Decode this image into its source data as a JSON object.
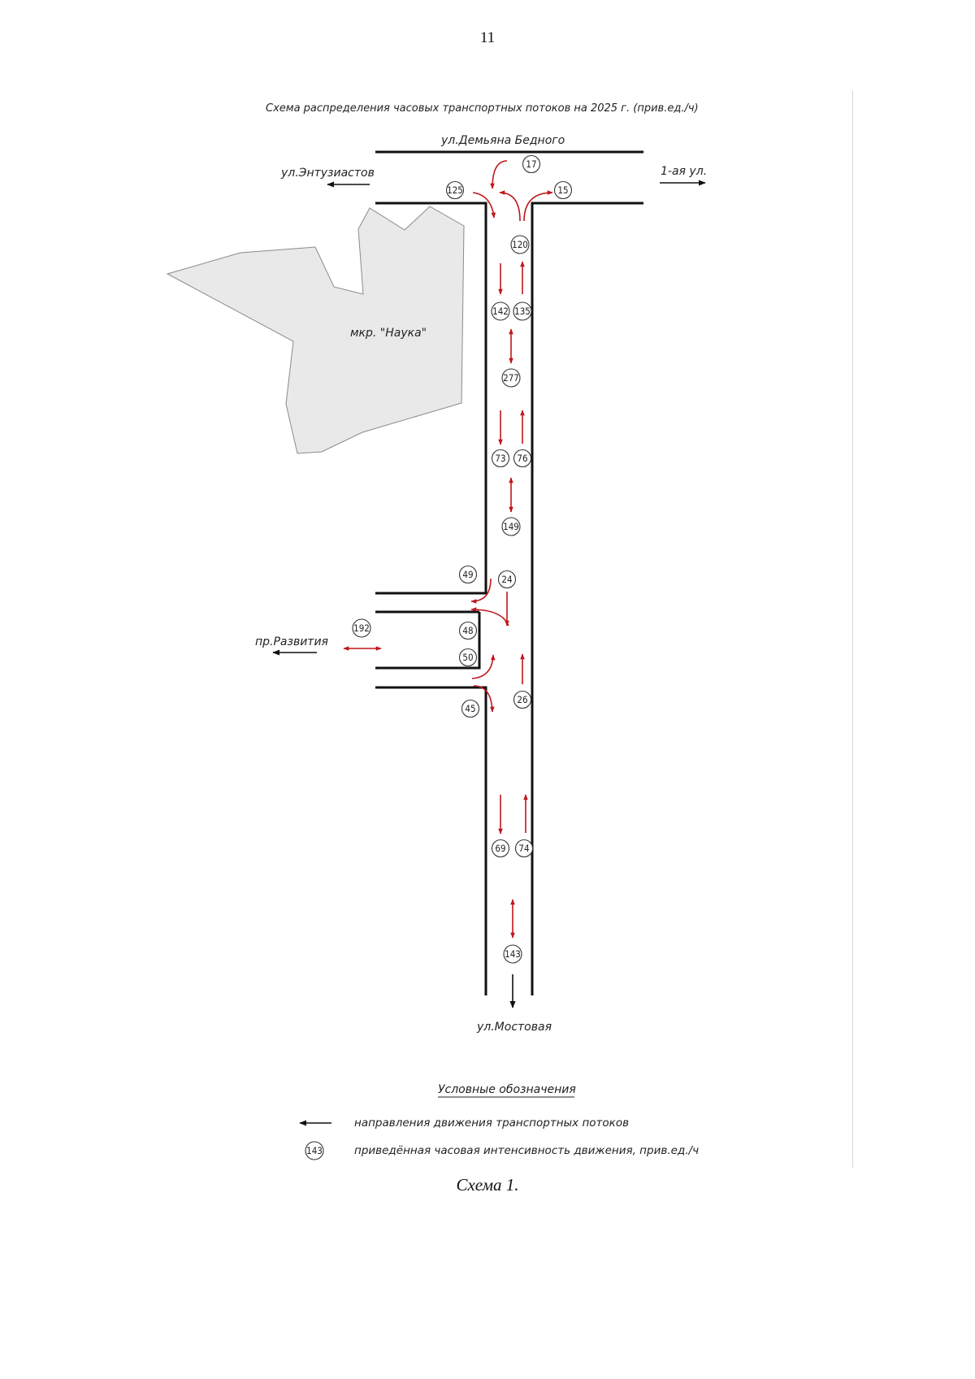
{
  "page_number": "11",
  "title": "Схема распределения часовых транспортных потоков на 2025 г. (прив.ед./ч)",
  "streets": {
    "top": "ул.Демьяна Бедного",
    "left_top": "ул.Энтузиастов",
    "right_top": "1-ая ул.",
    "left_mid": "пр.Развития",
    "bottom": "ул.Мостовая"
  },
  "district_label": "мкр. \"Наука\"",
  "flows": {
    "f17": "17",
    "f125": "125",
    "f15": "15",
    "f120": "120",
    "f142": "142",
    "f135": "135",
    "f277": "277",
    "f73": "73",
    "f76": "76",
    "f149": "149",
    "f49": "49",
    "f24": "24",
    "f48": "48",
    "f192": "192",
    "f50": "50",
    "f26": "26",
    "f45": "45",
    "f69": "69",
    "f74": "74",
    "f143": "143"
  },
  "legend": {
    "heading": "Условные обозначения",
    "arrow_text": "направления движения транспортных потоков",
    "sample_value": "143",
    "circle_text": "приведённая часовая интенсивность движения, прив.ед./ч"
  },
  "caption": "Схема 1.",
  "colors": {
    "flow": "#c0161c",
    "road": "#111111",
    "district": "#e9e9e9"
  }
}
